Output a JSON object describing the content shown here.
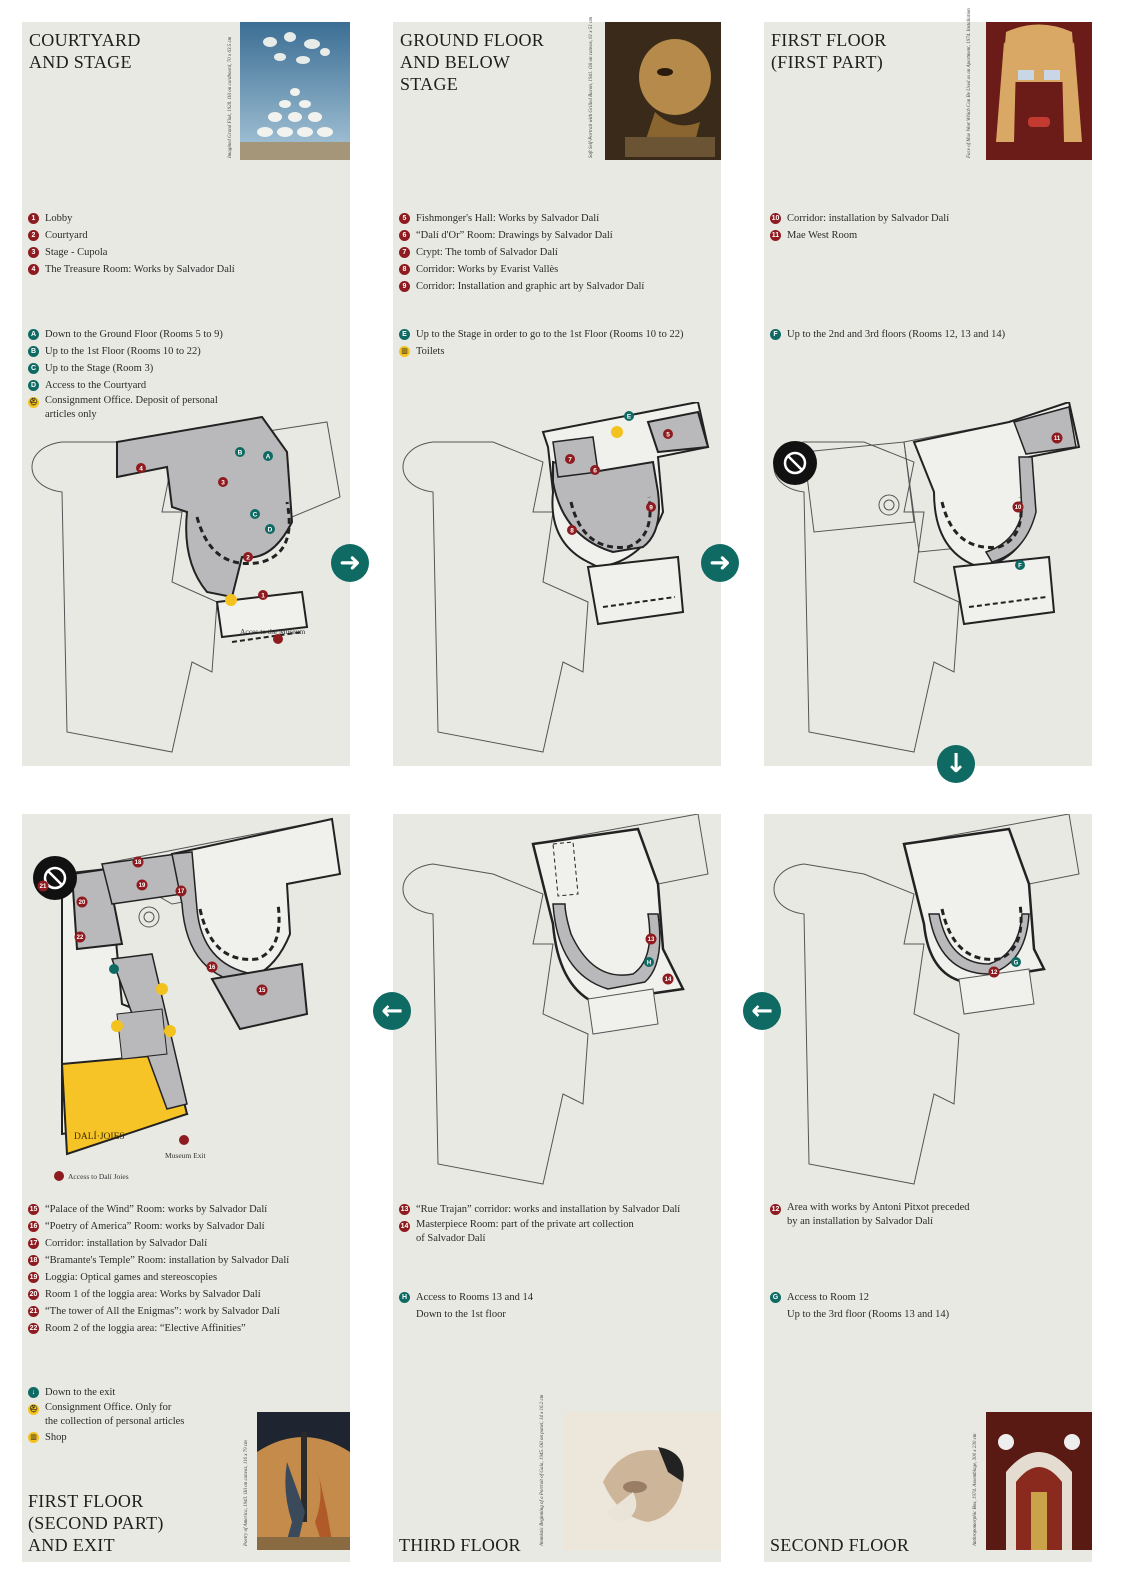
{
  "colors": {
    "panel": "#e9e9e4",
    "red_marker": "#8e1b1f",
    "teal_marker": "#0e6a63",
    "yellow_marker": "#f4c21f",
    "active_area": "#b9b9bc",
    "joies_area": "#f7c428"
  },
  "panels": [
    {
      "title": [
        "COURTYARD",
        "AND STAGE"
      ],
      "caption": "Imagined Grand Flak, 1928. Oil on cardboard, 70 x 63.5 cm",
      "rooms": [
        {
          "marker": "1",
          "label": "Lobby"
        },
        {
          "marker": "2",
          "label": "Courtyard"
        },
        {
          "marker": "3",
          "label": "Stage - Cupola"
        },
        {
          "marker": "4",
          "label": "The Treasure Room: Works by Salvador Dalí"
        }
      ],
      "access": [
        {
          "marker": "A",
          "type": "teal",
          "label": "Down to the Ground Floor (Rooms 5 to 9)"
        },
        {
          "marker": "B",
          "type": "teal",
          "label": "Up to the 1st Floor (Rooms 10 to 22)"
        },
        {
          "marker": "C",
          "type": "teal",
          "label": "Up to the Stage (Room 3)"
        },
        {
          "marker": "D",
          "type": "teal",
          "label": "Access to the Courtyard"
        },
        {
          "marker": "⛑",
          "type": "yel",
          "label": "Consignment Office. Deposit of personal",
          "label2": "articles only"
        }
      ],
      "plan_label": "Acces to the Museum"
    },
    {
      "title": [
        "GROUND FLOOR",
        "AND BELOW",
        "STAGE"
      ],
      "caption": "Soft Self-Portrait with Grilled Bacon, 1941. Oil on canvas, 61 x 51 cm",
      "rooms": [
        {
          "marker": "5",
          "label": "Fishmonger's Hall: Works by Salvador Dalí"
        },
        {
          "marker": "6",
          "label": "“Dalí d'Or” Room: Drawings by Salvador Dalí"
        },
        {
          "marker": "7",
          "label": "Crypt: The tomb of Salvador Dalí"
        },
        {
          "marker": "8",
          "label": "Corridor: Works by Evarist Vallès"
        },
        {
          "marker": "9",
          "label": "Corridor: Installation and graphic art by Salvador Dalí"
        }
      ],
      "access": [
        {
          "marker": "E",
          "type": "teal",
          "label": "Up to the Stage in order to go to the 1st Floor (Rooms 10 to 22)"
        },
        {
          "marker": "▥",
          "type": "yel",
          "label": "Toilets"
        }
      ]
    },
    {
      "title": [
        "FIRST FLOOR",
        "(FIRST PART)"
      ],
      "caption": "Face of Mae West Which Can Be Used as an Apartment, 1974. Installation",
      "rooms": [
        {
          "marker": "10",
          "label": "Corridor: installation by Salvador Dalí"
        },
        {
          "marker": "11",
          "label": "Mae West Room"
        }
      ],
      "access": [
        {
          "marker": "F",
          "type": "teal",
          "label": "Up to the 2nd and 3rd floors (Rooms 12, 13 and 14)"
        }
      ]
    },
    {
      "title": [
        "FIRST FLOOR",
        "(SECOND PART)",
        "AND EXIT"
      ],
      "caption": "Poetry of America, 1943. Oil on canvas, 116 x 79 cm",
      "rooms": [
        {
          "marker": "15",
          "label": "“Palace of the Wind” Room: works by Salvador Dalí"
        },
        {
          "marker": "16",
          "label": "“Poetry of America” Room: works by Salvador Dalí"
        },
        {
          "marker": "17",
          "label": "Corridor: installation by Salvador Dalí"
        },
        {
          "marker": "18",
          "label": "“Bramante's Temple” Room: installation by Salvador Dalí"
        },
        {
          "marker": "19",
          "label": "Loggia: Optical games and stereoscopies"
        },
        {
          "marker": "20",
          "label": "Room 1 of the loggia area: Works by Salvador Dalí"
        },
        {
          "marker": "21",
          "label": "“The tower of All the Enigmas”: work by Salvador Dalí"
        },
        {
          "marker": "22",
          "label": "Room 2 of the loggia area: “Elective Affinities”"
        }
      ],
      "access": [
        {
          "marker": "↓",
          "type": "darr",
          "label": "Down to the exit"
        },
        {
          "marker": "⛑",
          "type": "yel",
          "label": "Consignment Office. Only for",
          "label2": "the collection of personal articles"
        },
        {
          "marker": "▥",
          "type": "yel",
          "label": "Shop"
        }
      ],
      "plan_label_joies": "DALÍ·JOIES",
      "plan_label_exit": "Museum Exit",
      "plan_label_access": "Access to Dalí Joies"
    },
    {
      "title": [
        "THIRD FLOOR"
      ],
      "caption": "Atomistic Beginning of a Portrait of Gala, 1945. Oil on panel, 14 x 16.2 cm",
      "rooms": [
        {
          "marker": "13",
          "label": "“Rue Trajan” corridor: works and installation by Salvador Dalí"
        },
        {
          "marker": "14",
          "label": "Masterpiece Room: part of the private art collection",
          "label2": "of Salvador Dalí"
        }
      ],
      "access": [
        {
          "marker": "H",
          "type": "teal",
          "label": "Access to Rooms 13 and 14",
          "label2": "Down to the 1st floor"
        }
      ]
    },
    {
      "title": [
        "SECOND FLOOR"
      ],
      "caption": "Anthropomorphic Box, 1974. Assemblage, 300 x 230 cm",
      "rooms": [
        {
          "marker": "12",
          "label": "Area with works by Antoni Pitxot preceded",
          "label2": "by an installation by Salvador Dalí"
        }
      ],
      "access": [
        {
          "marker": "G",
          "type": "teal",
          "label": "Access to Room 12",
          "label2": "Up to the 3rd floor (Rooms 13 and 14)"
        }
      ]
    }
  ],
  "nav": {
    "arrow_right_1": "right-arrow-icon",
    "arrow_right_2": "right-arrow-icon",
    "arrow_down": "down-arrow-icon",
    "arrow_left_1": "left-arrow-icon",
    "arrow_left_2": "left-arrow-icon"
  }
}
